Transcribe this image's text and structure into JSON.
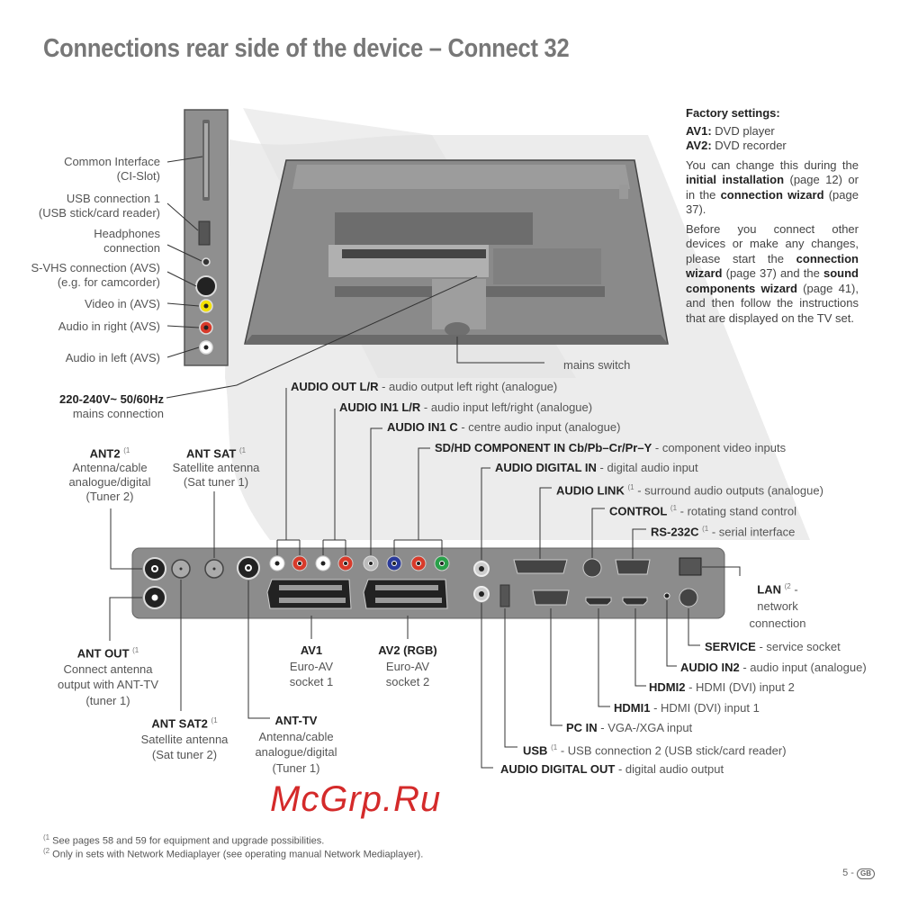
{
  "title": "Connections rear side of the device – Connect 32",
  "side_panel": {
    "factory_heading": "Factory settings:",
    "av1_label": "AV1:",
    "av1_value": "DVD player",
    "av2_label": "AV2:",
    "av2_value": "DVD recorder",
    "para1_a": "You can change this during the ",
    "para1_b": "initial installation",
    "para1_c": " (page 12) or in the ",
    "para1_d": "connection wizard",
    "para1_e": " (page 37).",
    "para2_a": "Before you connect other devices or make any changes, please start the ",
    "para2_b": "connection wizard",
    "para2_c": " (page 37) and the ",
    "para2_d": "sound components wizard",
    "para2_e": " (page 41), and then follow the instructions that are displayed on the TV set."
  },
  "side_connectors": {
    "ci_slot": [
      "Common Interface",
      "(CI-Slot)"
    ],
    "usb1": [
      "USB connection 1",
      "(USB stick/card reader)"
    ],
    "headphones": [
      "Headphones",
      "connection"
    ],
    "svhs": [
      "S-VHS connection (AVS)",
      "(e.g. for camcorder)"
    ],
    "video_in": "Video in (AVS)",
    "audio_right": "Audio in right (AVS)",
    "audio_left": "Audio in left (AVS)"
  },
  "mains": {
    "bold": "220-240V~ 50/60Hz",
    "text": "mains connection"
  },
  "mains_switch": "mains switch",
  "top_labels": {
    "ant2": {
      "name": "ANT2",
      "sup": "(1",
      "lines": [
        "Antenna/cable",
        "analogue/digital",
        "(Tuner 2)"
      ]
    },
    "ant_sat": {
      "name": "ANT SAT",
      "sup": "(1",
      "lines": [
        "Satellite antenna",
        "(Sat tuner 1)"
      ]
    },
    "audio_out": {
      "name": "AUDIO OUT L/R",
      "desc": " - audio output left right (analogue)"
    },
    "audio_in1": {
      "name": "AUDIO IN1 L/R",
      "desc": " - audio input left/right (analogue)"
    },
    "audio_in1c": {
      "name": "AUDIO IN1 C",
      "desc": " - centre audio input (analogue)"
    },
    "component": {
      "name": "SD/HD COMPONENT IN Cb/Pb–Cr/Pr–Y",
      "desc": " - component video inputs"
    },
    "audio_digital_in": {
      "name": "AUDIO DIGITAL IN",
      "desc": " - digital audio input"
    },
    "audio_link": {
      "name": "AUDIO LINK",
      "sup": "(1",
      "desc": " - surround audio outputs (analogue)"
    },
    "control": {
      "name": "CONTROL",
      "sup": "(1",
      "desc": " - rotating stand control"
    },
    "rs232": {
      "name": "RS-232C",
      "sup": "(1",
      "desc": " - serial interface"
    },
    "lan": {
      "name": "LAN",
      "sup": "(2",
      "dash": " -",
      "lines": [
        "network",
        "connection"
      ]
    }
  },
  "bottom_labels": {
    "ant_out": {
      "name": "ANT OUT",
      "sup": "(1",
      "lines": [
        "Connect antenna",
        "output with ANT-TV",
        "(tuner 1)"
      ]
    },
    "ant_sat2": {
      "name": "ANT SAT2",
      "sup": "(1",
      "lines": [
        "Satellite antenna",
        "(Sat tuner 2)"
      ]
    },
    "ant_tv": {
      "name": "ANT-TV",
      "lines": [
        "Antenna/cable",
        "analogue/digital",
        "(Tuner 1)"
      ]
    },
    "av1": {
      "name": "AV1",
      "lines": [
        "Euro-AV",
        "socket 1"
      ]
    },
    "av2": {
      "name": "AV2 (RGB)",
      "lines": [
        "Euro-AV",
        "socket 2"
      ]
    },
    "service": {
      "name": "SERVICE",
      "desc": " - service socket"
    },
    "audio_in2": {
      "name": "AUDIO IN2",
      "desc": " - audio input (analogue)"
    },
    "hdmi2": {
      "name": "HDMI2",
      "desc": " - HDMI (DVI) input 2"
    },
    "hdmi1": {
      "name": "HDMI1",
      "desc": " - HDMI (DVI) input 1"
    },
    "pc_in": {
      "name": "PC IN",
      "desc": " - VGA-/XGA input"
    },
    "usb2": {
      "name": "USB",
      "sup": "(1",
      "desc": " - USB connection 2 (USB stick/card reader)"
    },
    "audio_digital_out": {
      "name": "AUDIO DIGITAL OUT",
      "desc": " - digital audio output"
    }
  },
  "footnotes": [
    {
      "mark": "(1",
      "text": " See pages 58 and 59 for equipment and upgrade possibilities."
    },
    {
      "mark": "(2",
      "text": " Only in sets with Network Mediaplayer (see operating manual Network Mediaplayer)."
    }
  ],
  "page_number": "5 -",
  "lang_badge": "GB",
  "watermark": "McGrp.Ru",
  "colors": {
    "panel": "#8c8c8c",
    "red": "#d83a2a",
    "yellow": "#f2e100",
    "blue": "#2a3a9a",
    "green": "#2aa04a",
    "white": "#ffffff"
  }
}
